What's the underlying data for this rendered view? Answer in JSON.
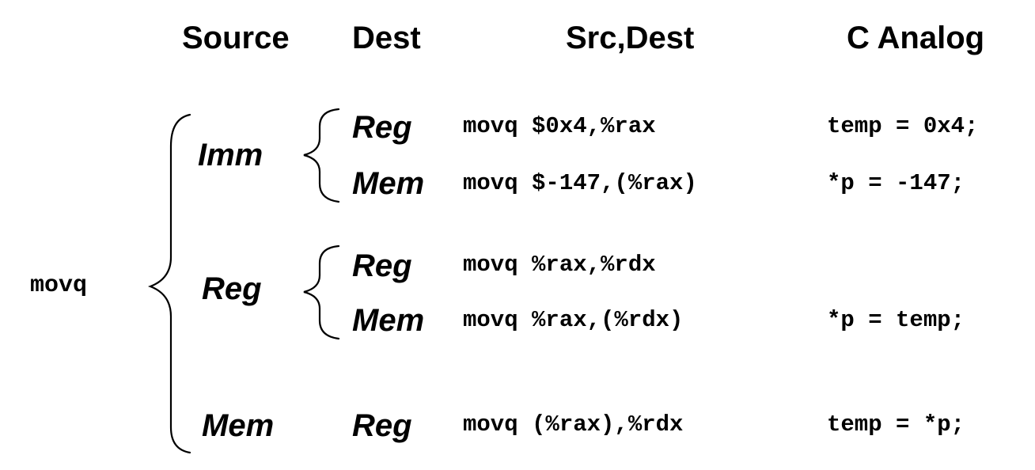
{
  "headers": {
    "source": "Source",
    "dest": "Dest",
    "src_dest": "Src,Dest",
    "c_analog": "C Analog"
  },
  "instruction": "movq",
  "groups": [
    {
      "source": "Imm",
      "rows": [
        {
          "dest": "Reg",
          "asm": "movq $0x4,%rax",
          "c": "temp = 0x4;"
        },
        {
          "dest": "Mem",
          "asm": "movq $-147,(%rax)",
          "c": "*p = -147;"
        }
      ]
    },
    {
      "source": "Reg",
      "rows": [
        {
          "dest": "Reg",
          "asm": "movq %rax,%rdx",
          "c": ""
        },
        {
          "dest": "Mem",
          "asm": "movq %rax,(%rdx)",
          "c": "*p = temp;"
        }
      ]
    },
    {
      "source": "Mem",
      "rows": [
        {
          "dest": "Reg",
          "asm": "movq (%rax),%rdx",
          "c": "temp = *p;"
        }
      ]
    }
  ]
}
